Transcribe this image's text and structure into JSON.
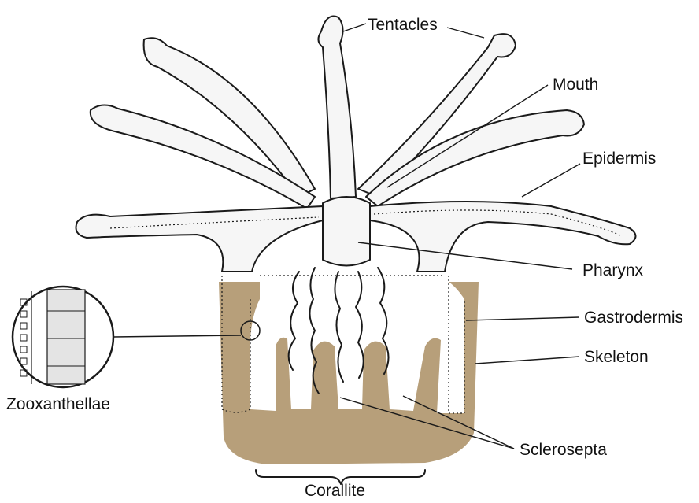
{
  "labels": {
    "tentacles": "Tentacles",
    "mouth": "Mouth",
    "epidermis": "Epidermis",
    "pharynx": "Pharynx",
    "gastrodermis": "Gastrodermis",
    "skeleton": "Skeleton",
    "zooxanthellae": "Zooxanthellae",
    "sclerosepta": "Sclerosepta",
    "corallite": "Corallite"
  },
  "colors": {
    "skeleton": "#b79f7a",
    "tissue": "#f6f6f6",
    "outline": "#1a1a1a"
  }
}
